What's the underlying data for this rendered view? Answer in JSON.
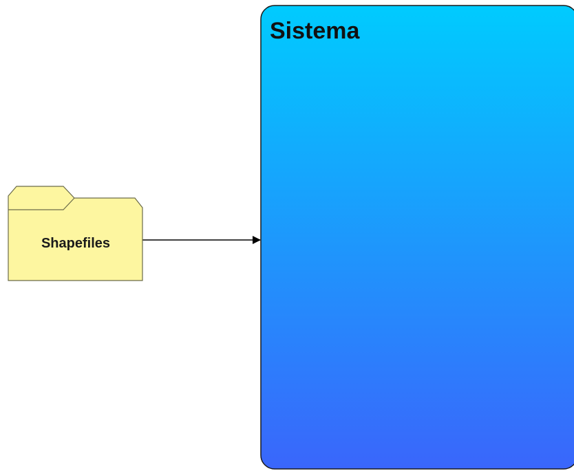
{
  "folder": {
    "label": "Shapefiles",
    "icon": "folder-icon",
    "fill_color": "#fdf6a0",
    "tab_color": "#fbef8e",
    "stroke_color": "#6b6b4a"
  },
  "system": {
    "title": "Sistema",
    "gradient_top": "#00cbfe",
    "gradient_bottom": "#3a66fb",
    "stroke_color": "#1a1a1a"
  },
  "connector": {
    "from": "Shapefiles",
    "to": "Sistema",
    "arrowhead": "filled-triangle",
    "stroke_color": "#000000"
  }
}
